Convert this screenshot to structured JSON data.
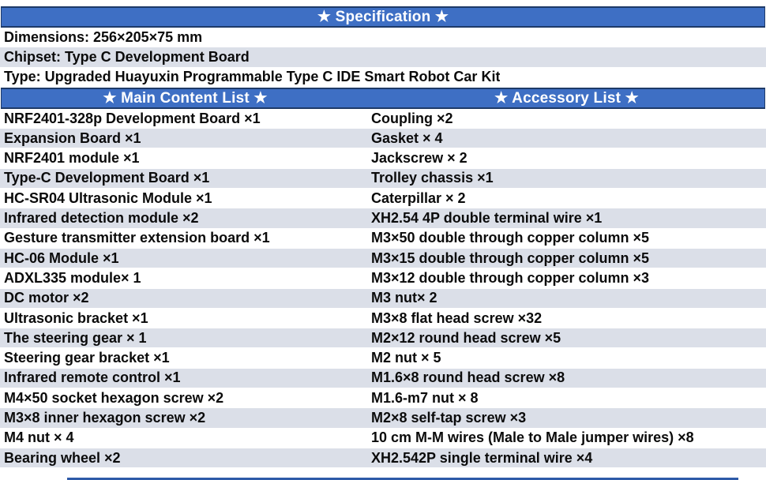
{
  "colors": {
    "header_bg": "#3E6FC4",
    "header_border": "#1E3A68",
    "header_text": "#FFFFFF",
    "stripe_row_bg": "#DBDFE8",
    "row_text": "#0B0B0B",
    "bottom_strip": "#2E5AA8"
  },
  "spec": {
    "header": "★ Specification ★",
    "rows": [
      "Dimensions: 256×205×75 mm",
      "Chipset: Type C Development Board",
      "Type: Upgraded Huayuxin Programmable Type C IDE Smart Robot Car Kit"
    ]
  },
  "main_list": {
    "header": "★ Main Content List ★",
    "items": [
      "NRF2401-328p Development Board ×1",
      "Expansion Board ×1",
      "NRF2401 module ×1",
      "Type-C Development Board ×1",
      "HC-SR04 Ultrasonic Module ×1",
      "Infrared detection module ×2",
      "Gesture transmitter extension board ×1",
      "HC-06 Module ×1",
      "ADXL335 module× 1",
      "DC motor ×2",
      "Ultrasonic bracket ×1",
      "The steering gear × 1",
      "Steering gear bracket ×1",
      "Infrared remote control ×1",
      "M4×50 socket hexagon screw ×2",
      "M3×8 inner hexagon screw ×2",
      "M4 nut × 4",
      "Bearing wheel ×2"
    ]
  },
  "accessory_list": {
    "header": "★ Accessory List ★",
    "items": [
      "Coupling ×2",
      "Gasket × 4",
      "Jackscrew × 2",
      "Trolley chassis ×1",
      "Caterpillar × 2",
      "XH2.54 4P double terminal wire ×1",
      "M3×50 double through copper column ×5",
      "M3×15 double through copper column ×5",
      "M3×12 double through copper column ×3",
      "M3 nut× 2",
      "M3×8 flat head screw ×32",
      "M2×12 round head screw ×5",
      "M2 nut × 5",
      "M1.6×8 round head screw ×8",
      "M1.6-m7 nut × 8",
      "M2×8 self-tap screw ×3",
      "10 cm M-M wires (Male to Male jumper wires) ×8",
      "XH2.542P single terminal wire ×4"
    ]
  }
}
